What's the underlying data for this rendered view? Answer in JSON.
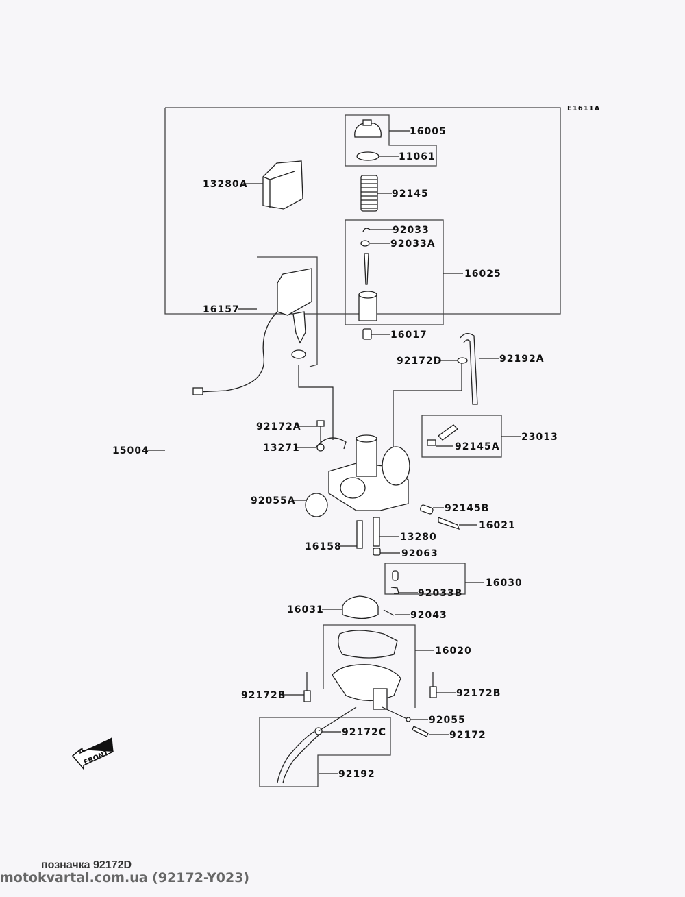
{
  "diagram": {
    "code": "E1611A",
    "assembly_label": "15004",
    "front_indicator": "FRONT",
    "parts": {
      "p16005": "16005",
      "p11061": "11061",
      "p13280A": "13280A",
      "p92145": "92145",
      "p92033": "92033",
      "p92033A": "92033A",
      "p16025": "16025",
      "p16157": "16157",
      "p16017": "16017",
      "p92172D": "92172D",
      "p92192A": "92192A",
      "p92172A": "92172A",
      "p13271": "13271",
      "p23013": "23013",
      "p92145A": "92145A",
      "p92055A": "92055A",
      "p92145B": "92145B",
      "p16021": "16021",
      "p13280": "13280",
      "p16158": "16158",
      "p92063": "92063",
      "p16030": "16030",
      "p92033B": "92033B",
      "p16031": "16031",
      "p92043": "92043",
      "p16020": "16020",
      "p92172B_left": "92172B",
      "p92172B_right": "92172B",
      "p92055": "92055",
      "p92172C": "92172C",
      "p92172": "92172",
      "p92192": "92192"
    }
  },
  "footer": {
    "caption": "позначка 92172D",
    "site": "motokvartal.com.ua (92172-Y023)"
  }
}
